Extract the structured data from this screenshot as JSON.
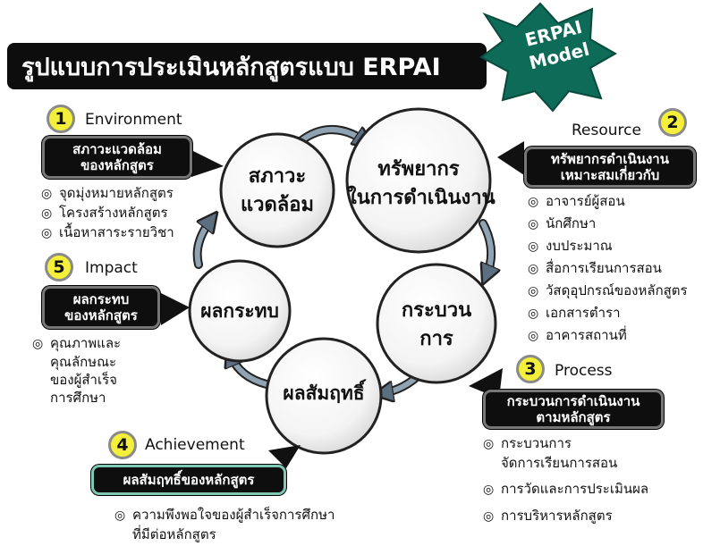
{
  "title": "รูปแบบการประเมินหลักสูตรแบบ ERPAI",
  "model_badge": {
    "line1": "ERPAI",
    "line2": "Model"
  },
  "bullet_glyph": "◎",
  "circles": {
    "environment": {
      "line1": "สภาวะ",
      "line2": "แวดล้อม"
    },
    "resource": {
      "line1": "ทรัพยากร",
      "line2": "ในการดำเนินงาน"
    },
    "process": {
      "line1": "กระบวน",
      "line2": "การ"
    },
    "achievement": {
      "line1": "ผลสัมฤทธิ์"
    },
    "impact": {
      "line1": "ผลกระทบ"
    }
  },
  "sections": {
    "environment": {
      "number": "1",
      "english": "Environment",
      "pill_line1": "สภาวะแวดล้อม",
      "pill_line2": "ของหลักสูตร",
      "items": [
        "จุดมุ่งหมายหลักสูตร",
        "โครงสร้างหลักสูตร",
        "เนื้อหาสาระรายวิชา"
      ]
    },
    "resource": {
      "number": "2",
      "english": "Resource",
      "pill_line1": "ทรัพยากรดำเนินงาน",
      "pill_line2": "เหมาะสมเกี่ยวกับ",
      "items": [
        "อาจารย์ผู้สอน",
        "นักศึกษา",
        "งบประมาณ",
        "สื่อการเรียนการสอน",
        "วัสดุอุปกรณ์ของหลักสูตร",
        "เอกสารตำรา",
        "อาคารสถานที่"
      ]
    },
    "process": {
      "number": "3",
      "english": "Process",
      "pill_line1": "กระบวนการดำเนินงาน",
      "pill_line2": "ตามหลักสูตร",
      "items": [
        {
          "line1": "กระบวนการ",
          "line2": "จัดการเรียนการสอน"
        },
        {
          "line1": "การวัดและการประเมินผล"
        },
        {
          "line1": "การบริหารหลักสูตร"
        }
      ]
    },
    "achievement": {
      "number": "4",
      "english": "Achievement",
      "pill_line1": "ผลสัมฤทธิ์ของหลักสูตร",
      "item_line1": "ความพึงพอใจของผู้สำเร็จการศึกษา",
      "item_line2": "ที่มีต่อหลักสูตร"
    },
    "impact": {
      "number": "5",
      "english": "Impact",
      "pill_line1": "ผลกระทบ",
      "pill_line2": "ของหลักสูตร",
      "item_lines": [
        "คุณภาพและ",
        "คุณลักษณะ",
        "ของผู้สำเร็จ",
        "การศึกษา"
      ]
    }
  },
  "colors": {
    "badge_green": "#0d6b57",
    "number_yellow": "#f3ef3a",
    "arrow_gray": "#5b6f80",
    "pill_dark": "#0e0e0e"
  }
}
